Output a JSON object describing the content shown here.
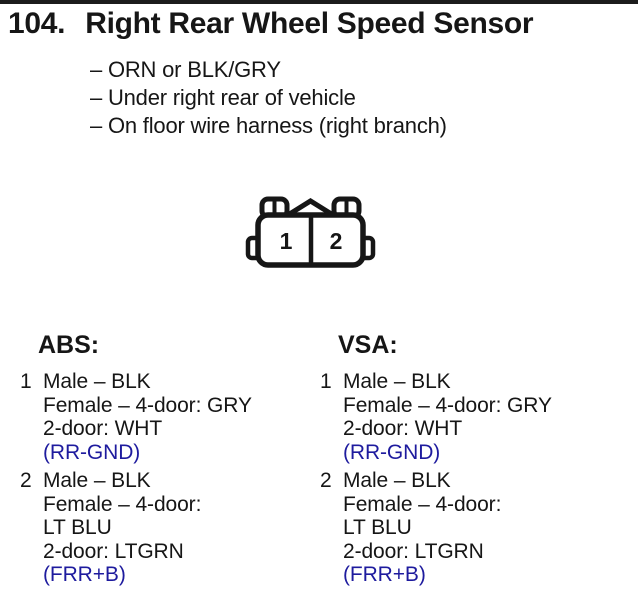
{
  "header": {
    "number": "104.",
    "title": "Right Rear Wheel Speed Sensor",
    "notes": [
      "– ORN or BLK/GRY",
      "– Under right rear of vehicle",
      "– On floor wire harness (right branch)"
    ]
  },
  "connector": {
    "cavity_1": "1",
    "cavity_2": "2"
  },
  "colors": {
    "ink": "#161616",
    "signal_blue": "#1e1b9e"
  },
  "columns": [
    {
      "header": "ABS:",
      "items": [
        {
          "number": "1",
          "lines": [
            "Male – BLK",
            "Female – 4-door: GRY",
            "2-door: WHT"
          ],
          "signal": "(RR-GND)"
        },
        {
          "number": "2",
          "lines": [
            "Male – BLK",
            "Female – 4-door:",
            "LT BLU",
            "2-door: LTGRN"
          ],
          "signal": "(FRR+B)"
        }
      ]
    },
    {
      "header": "VSA:",
      "items": [
        {
          "number": "1",
          "lines": [
            "Male – BLK",
            "Female – 4-door: GRY",
            "2-door: WHT"
          ],
          "signal": "(RR-GND)"
        },
        {
          "number": "2",
          "lines": [
            "Male – BLK",
            "Female – 4-door:",
            "LT BLU",
            "2-door: LTGRN"
          ],
          "signal": "(FRR+B)"
        }
      ]
    }
  ]
}
